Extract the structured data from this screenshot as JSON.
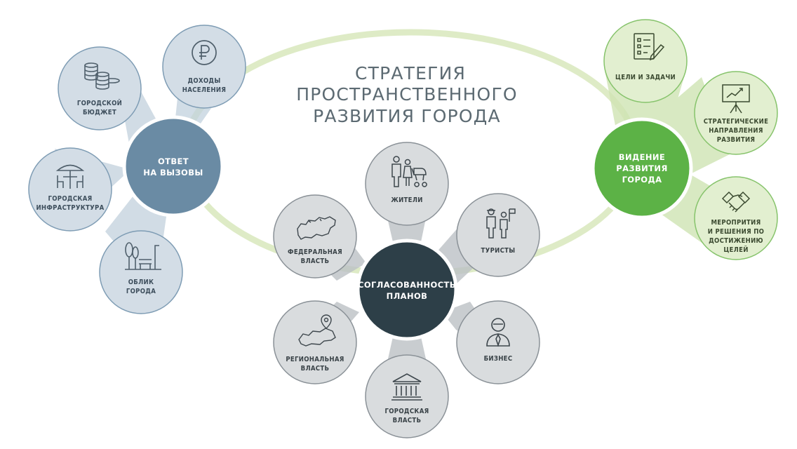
{
  "title": {
    "lines": [
      "СТРАТЕГИЯ",
      "ПРОСТРАНСТВЕННОГО",
      "РАЗВИТИЯ ГОРОДА"
    ]
  },
  "colors": {
    "ellipse": "#deebc6",
    "title": "#5c6a72",
    "blue_hub": "#6a8ba4",
    "blue_node_fill": "#d3dde6",
    "blue_node_stroke": "#7e9cb4",
    "blue_petal": "#c2d1dd",
    "blue_text": "#3d4e5c",
    "dark_hub": "#2d3f48",
    "gray_node_fill": "#d9dcde",
    "gray_node_stroke": "#8a9197",
    "gray_petal": "#bcc1c5",
    "gray_text": "#394247",
    "green_hub": "#5cb246",
    "green_node_fill": "#e2efd0",
    "green_node_stroke": "#86c36b",
    "green_petal": "#cfe4b3",
    "green_text": "#3b4a30"
  },
  "clusters": {
    "left": {
      "hub": {
        "lines": [
          "ОТВЕТ",
          "НА ВЫЗОВЫ"
        ]
      },
      "nodes": [
        {
          "id": "city-budget",
          "icon": "coins-icon",
          "lines": [
            "ГОРОДСКОЙ",
            "БЮДЖЕТ"
          ]
        },
        {
          "id": "population-income",
          "icon": "ruble-icon",
          "lines": [
            "ДОХОДЫ",
            "НАСЕЛЕНИЯ"
          ]
        },
        {
          "id": "city-infrastructure",
          "icon": "cafe-table-icon",
          "lines": [
            "ГОРОДСКАЯ",
            "ИНФРАСТРУКТУРА"
          ]
        },
        {
          "id": "city-appearance",
          "icon": "park-bench-icon",
          "lines": [
            "ОБЛИК",
            "ГОРОДА"
          ]
        }
      ]
    },
    "center": {
      "hub": {
        "lines": [
          "СОГЛАСОВАННОСТЬ",
          "ПЛАНОВ"
        ]
      },
      "nodes": [
        {
          "id": "residents",
          "icon": "family-icon",
          "lines": [
            "ЖИТЕЛИ"
          ]
        },
        {
          "id": "tourists",
          "icon": "tourists-icon",
          "lines": [
            "ТУРИСТЫ"
          ]
        },
        {
          "id": "business",
          "icon": "businessman-icon",
          "lines": [
            "БИЗНЕС"
          ]
        },
        {
          "id": "city-authority",
          "icon": "government-building-icon",
          "lines": [
            "ГОРОДСКАЯ",
            "ВЛАСТЬ"
          ]
        },
        {
          "id": "regional-authority",
          "icon": "region-map-pin-icon",
          "lines": [
            "РЕГИОНАЛЬНАЯ",
            "ВЛАСТЬ"
          ]
        },
        {
          "id": "federal-authority",
          "icon": "russia-map-icon",
          "lines": [
            "ФЕДЕРАЛЬНАЯ",
            "ВЛАСТЬ"
          ]
        }
      ]
    },
    "right": {
      "hub": {
        "lines": [
          "ВИДЕНИЕ",
          "РАЗВИТИЯ",
          "ГОРОДА"
        ]
      },
      "nodes": [
        {
          "id": "goals-tasks",
          "icon": "checklist-icon",
          "lines": [
            "ЦЕЛИ И ЗАДАЧИ"
          ]
        },
        {
          "id": "strategic-directions",
          "icon": "chart-board-icon",
          "lines": [
            "СТРАТЕГИЧЕСКИЕ",
            "НАПРАВЛЕНИЯ",
            "РАЗВИТИЯ"
          ]
        },
        {
          "id": "measures-decisions",
          "icon": "handshake-icon",
          "lines": [
            "МЕРОПРИТИЯ",
            "И РЕШЕНИЯ ПО",
            "ДОСТИЖЕНИЮ",
            "ЦЕЛЕЙ"
          ]
        }
      ]
    }
  }
}
